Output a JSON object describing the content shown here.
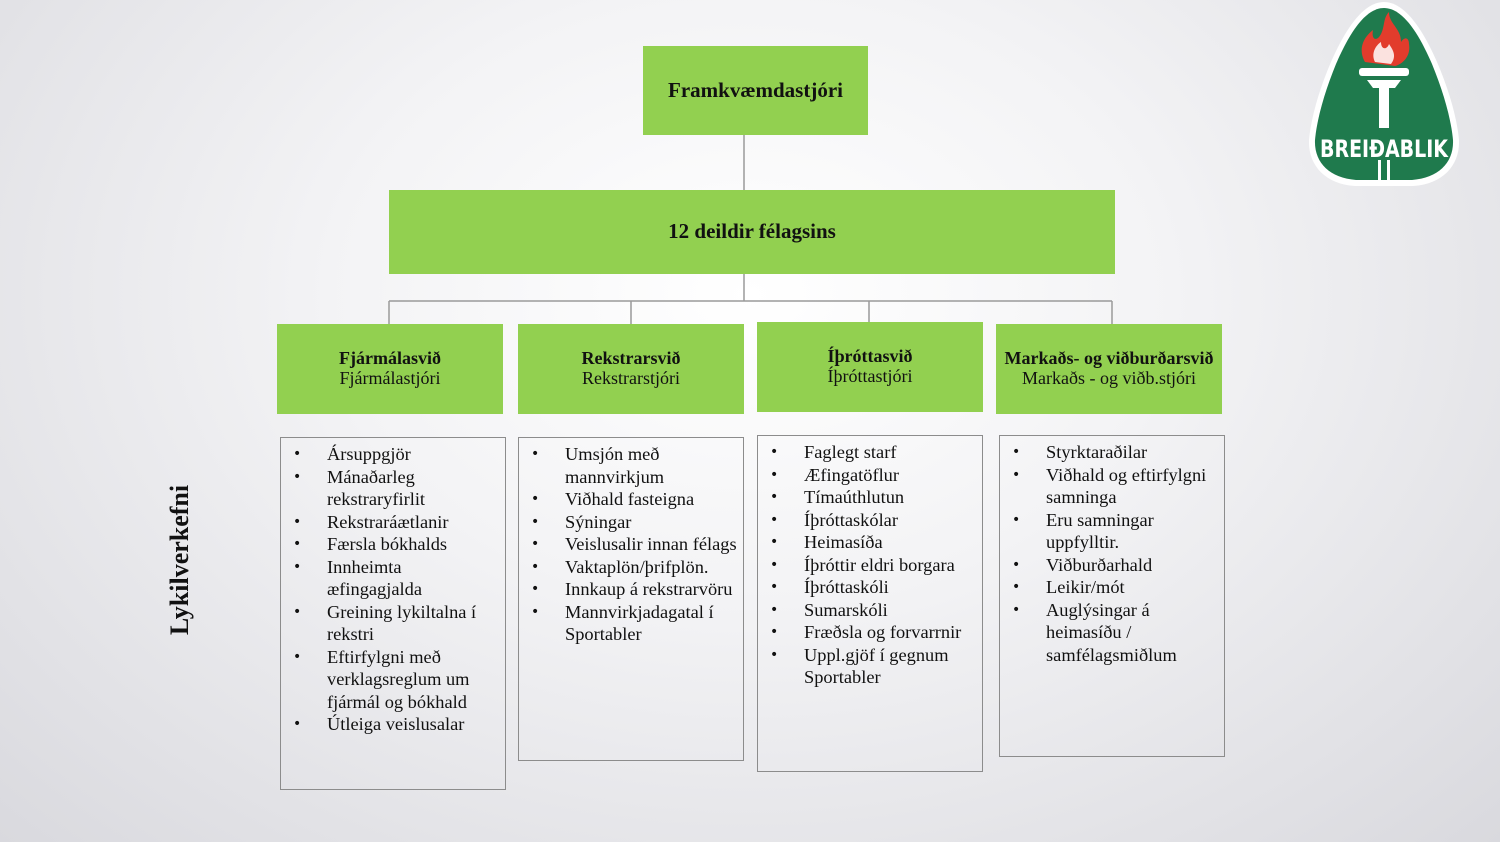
{
  "top": {
    "title": "Framkvæmdastjóri"
  },
  "middle": {
    "title": "12 deildir félagsins"
  },
  "side_label": "Lykilverkefni",
  "logo": {
    "text": "BREIÐABLIK",
    "colors": {
      "green": "#1f7a4d",
      "red": "#e23c2c",
      "white": "#ffffff"
    }
  },
  "colors": {
    "box_green": "#92d050",
    "border_gray": "#8c8c8c",
    "line_gray": "#9a9a9a"
  },
  "divisions": [
    {
      "title": "Fjármálasvið",
      "subtitle": "Fjármálastjóri",
      "tasks": [
        "Ársuppgjör",
        "Mánaðarleg rekstraryfirlit",
        "Rekstraráætlanir",
        "Færsla bókhalds",
        "Innheimta æfingagjalda",
        "Greining lykiltalna í rekstri",
        "Eftirfylgni með verklagsreglum um fjármál og bókhald",
        "Útleiga veislusalar"
      ]
    },
    {
      "title": "Rekstrarsvið",
      "subtitle": "Rekstrarstjóri",
      "tasks": [
        "Umsjón með mannvirkjum",
        "Viðhald fasteigna",
        "Sýningar",
        "Veislusalir innan félags",
        "Vaktaplön/þrifplön.",
        "Innkaup á rekstrarvöru",
        "Mannvirkjadagatal í Sportabler"
      ]
    },
    {
      "title": "Íþróttasvið",
      "subtitle": "Íþróttastjóri",
      "tasks": [
        "Faglegt starf",
        "Æfingatöflur",
        "Tímaúthlutun",
        "Íþróttaskólar",
        "Heimasíða",
        "Íþróttir eldri borgara",
        "Íþróttaskóli",
        "Sumarskóli",
        "Fræðsla og forvarrnir",
        "Uppl.gjöf í gegnum Sportabler"
      ]
    },
    {
      "title": "Markaðs- og viðburðarsvið",
      "subtitle": "Markaðs - og viðb.stjóri",
      "tasks": [
        "Styrktaraðilar",
        "Viðhald og eftirfylgni samninga",
        "Eru samningar uppfylltir.",
        "Viðburðarhald",
        "Leikir/mót",
        "Auglýsingar á heimasíðu / samfélagsmiðlum"
      ]
    }
  ]
}
